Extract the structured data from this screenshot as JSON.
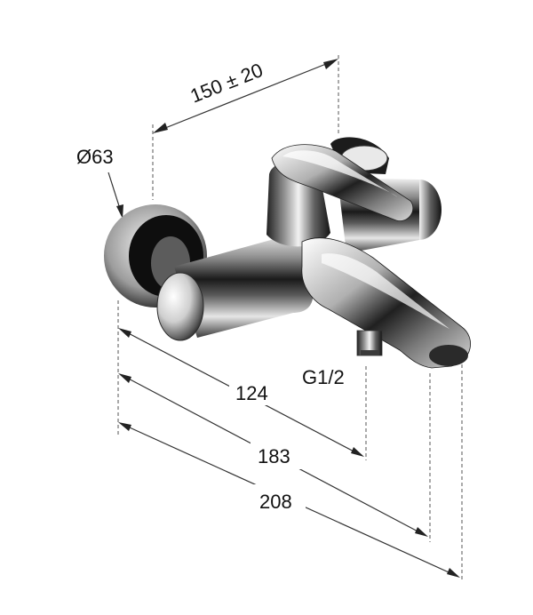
{
  "dimensions": {
    "width_top": "150 ± 20",
    "diameter": "Ø63",
    "thread": "G1/2",
    "length_1": "124",
    "length_2": "183",
    "length_3": "208"
  }
}
